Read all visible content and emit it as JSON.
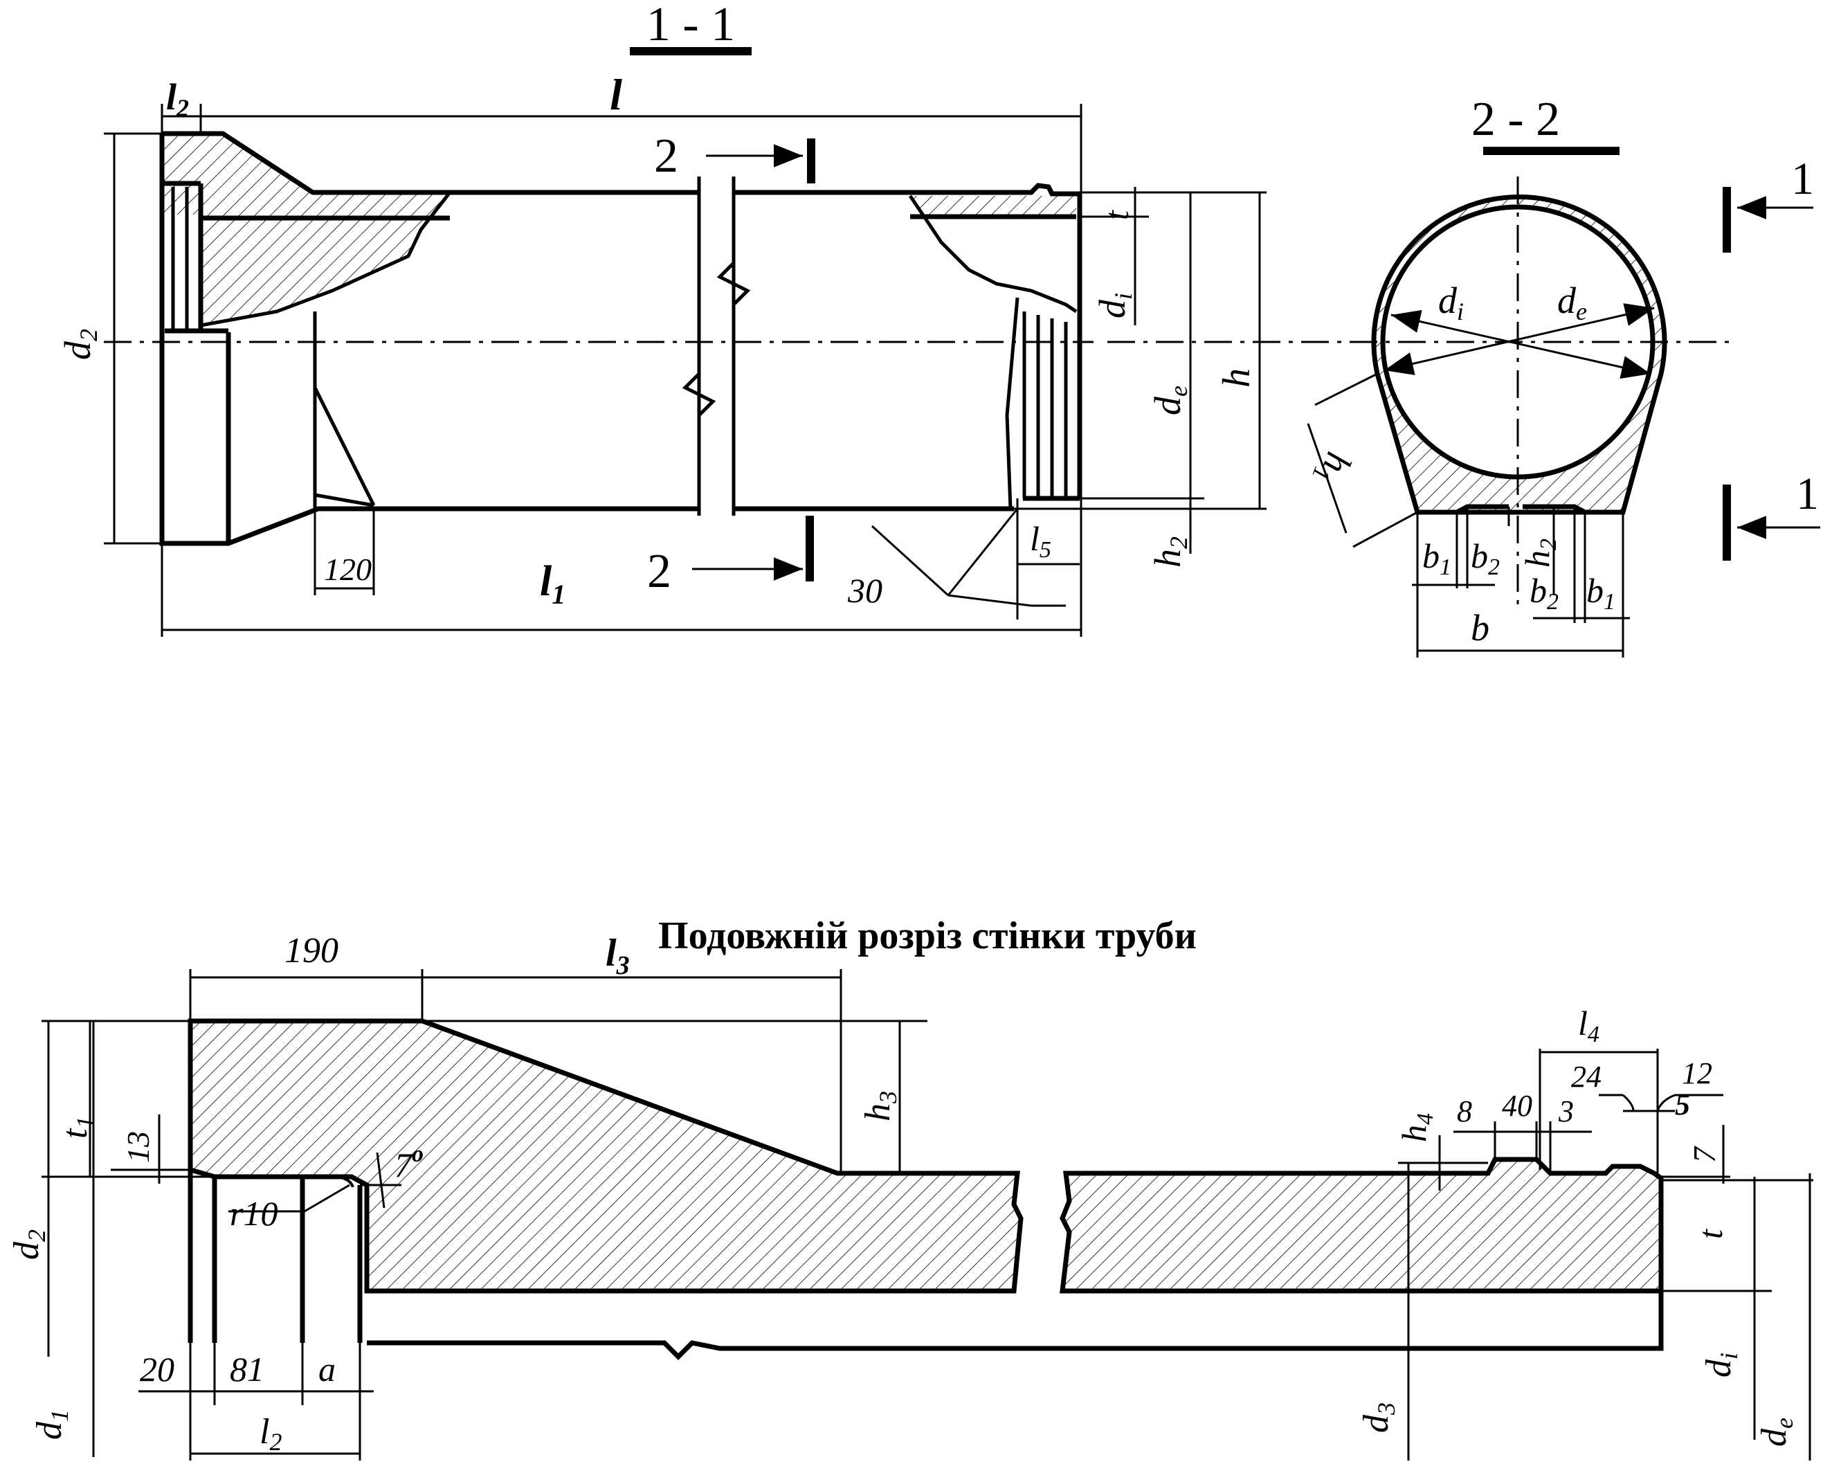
{
  "section_1_1": {
    "title": "1 - 1",
    "labels": {
      "l": "l",
      "l2": "l",
      "l2_sub": "2",
      "l1": "l",
      "l1_sub": "1",
      "d2": "d",
      "d2_sub": "2",
      "di": "d",
      "di_sub": "i",
      "de": "d",
      "de_sub": "e",
      "h": "h",
      "t": "t",
      "h2": "h",
      "h2_sub": "2",
      "l5": "l",
      "l5_sub": "5",
      "dim_120": "120",
      "angle_30": "30",
      "cut2_top": "2",
      "cut2_bottom": "2"
    }
  },
  "section_2_2": {
    "title": "2 - 2",
    "labels": {
      "di": "d",
      "di_sub": "i",
      "de": "d",
      "de_sub": "e",
      "h1": "h",
      "h1_sub": "1",
      "h2": "h",
      "h2_sub": "2",
      "b": "b",
      "b1_left": "b",
      "b1_left_sub": "1",
      "b2_left": "b",
      "b2_left_sub": "2",
      "b2_right": "b",
      "b2_right_sub": "2",
      "b1_right": "b",
      "b1_right_sub": "1",
      "cut1_top": "1",
      "cut1_bottom": "1"
    }
  },
  "wall_section": {
    "title": "Подовжній розріз стінки труби",
    "labels": {
      "dim_190": "190",
      "l3": "l",
      "l3_sub": "3",
      "h3": "h",
      "h3_sub": "3",
      "t1": "t",
      "t1_sub": "1",
      "dim_13": "13",
      "angle_7": "7",
      "angle_deg": "o",
      "r10": "r10",
      "d2": "d",
      "d2_sub": "2",
      "d1": "d",
      "d1_sub": "1",
      "dim_20": "20",
      "dim_81": "81",
      "a": "a",
      "l2": "l",
      "l2_sub": "2",
      "d3": "d",
      "d3_sub": "3",
      "h4": "h",
      "h4_sub": "4",
      "dim_8": "8",
      "dim_40": "40",
      "dim_3": "3",
      "l4": "l",
      "l4_sub": "4",
      "dim_24": "24",
      "dim_12": "12",
      "dim_5": "5",
      "dim_7": "7",
      "t": "t",
      "di": "d",
      "di_sub": "i",
      "de": "d",
      "de_sub": "e"
    }
  }
}
